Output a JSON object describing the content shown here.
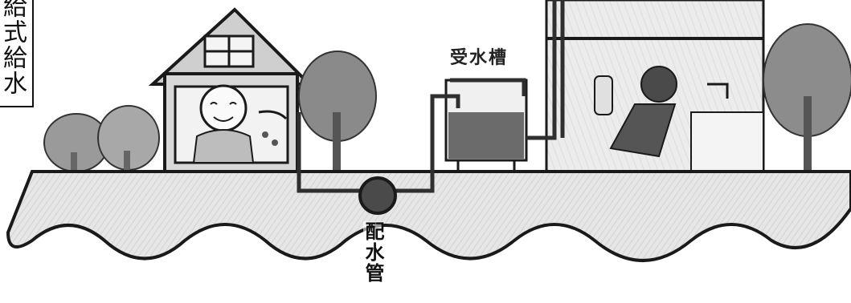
{
  "labels": {
    "title": "給式給水",
    "receiving_tank": "受水槽",
    "distribution_main": "配水管"
  },
  "colors": {
    "ground": "#e4e4e4",
    "outline": "#1a1a1a",
    "pipe": "#3a3a3a",
    "tree": "#8f8f8f",
    "tank_water": "#6b6b6b"
  }
}
